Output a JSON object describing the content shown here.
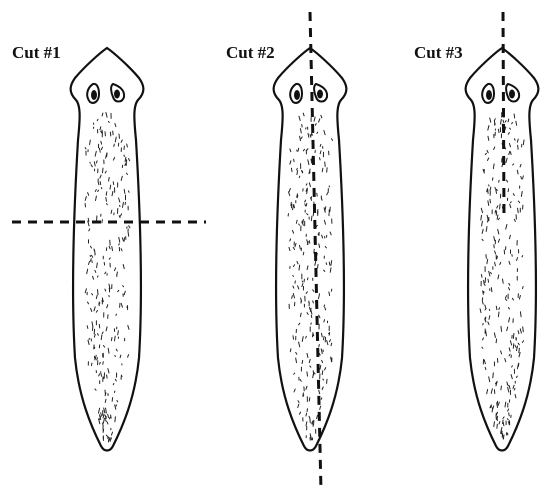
{
  "panels": [
    {
      "label": "Cut #1",
      "cut": "transverse"
    },
    {
      "label": "Cut #2",
      "cut": "longitudinal-midline"
    },
    {
      "label": "Cut #3",
      "cut": "longitudinal-head-only"
    }
  ],
  "colors": {
    "outline": "#111111",
    "background": "#ffffff"
  }
}
